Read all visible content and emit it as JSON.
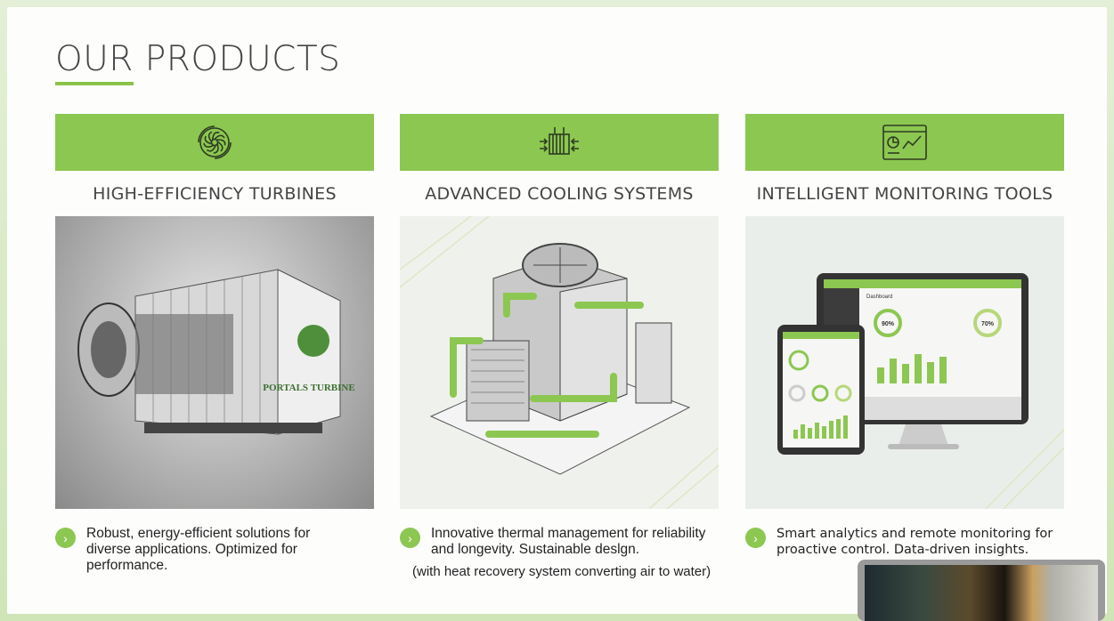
{
  "page": {
    "title": "OUR PRODUCTS"
  },
  "products": [
    {
      "title": "HIGH-EFFICIENCY TURBINES",
      "icon": "turbine-icon",
      "description": "Robust, energy-efficient solutions for diverse applications. Optimized for performance.",
      "image_label": "PORTALS TURBINE"
    },
    {
      "title": "ADVANCED COOLING SYSTEMS",
      "icon": "cooling-radiator-icon",
      "description": "Innovative thermal management for reliability and longevity. Sustainable deslgn.",
      "note": "(with heat recovery system converting air to water)"
    },
    {
      "title": "INTELLIGENT MONITORING TOOLS",
      "icon": "analytics-dashboard-icon",
      "description": "Smart analytics and remote monitoring for proactive control. Data-driven insights.",
      "dashboard": {
        "title": "Dashboard",
        "gauge1": "90%",
        "gauge2": "70%"
      }
    }
  ],
  "colors": {
    "accent": "#8cc751",
    "text": "#444444"
  }
}
